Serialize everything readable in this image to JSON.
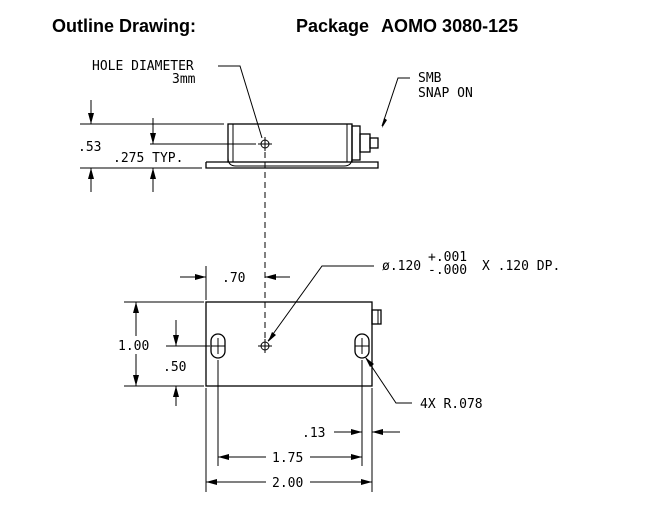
{
  "header": {
    "title": "Outline Drawing:",
    "package_label": "Package",
    "package_name": "AOMO 3080-125"
  },
  "side_view": {
    "hole_label_line1": "HOLE DIAMETER",
    "hole_label_line2": "3mm",
    "connector_line1": "SMB",
    "connector_line2": "SNAP ON",
    "height_dim": ".53",
    "hole_height_dim": ".275 TYP."
  },
  "top_view": {
    "center_offset_dim": ".70",
    "hole_spec_prefix": "ø.120",
    "hole_spec_tol_plus": "+.001",
    "hole_spec_tol_minus": "-.000",
    "hole_spec_suffix": "X .120 DP.",
    "height_dim": "1.00",
    "half_height_dim": ".50",
    "slot_callout": "4X R.078",
    "edge_dim": ".13",
    "slot_span_dim": "1.75",
    "width_dim": "2.00"
  }
}
